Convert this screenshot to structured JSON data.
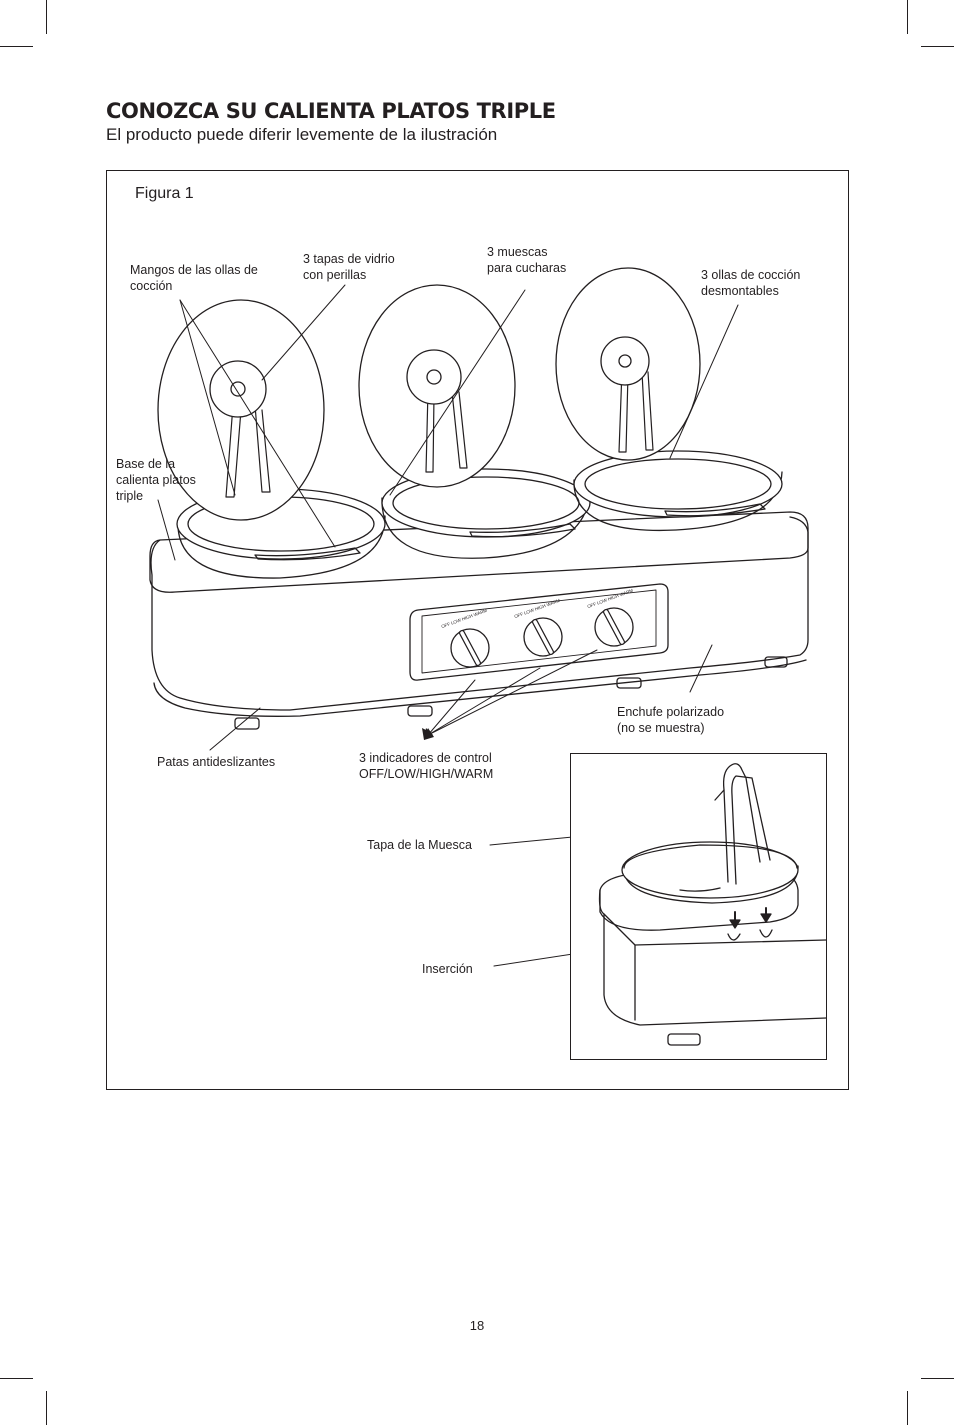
{
  "header": {
    "title": "CONOZCA SU CALIENTA PLATOS TRIPLE",
    "subtitle": "El producto puede diferir levemente de la ilustración"
  },
  "figure": {
    "caption": "Figura 1",
    "labels": {
      "mangos": "Mangos de las ollas de\ncocción",
      "tapas": "3 tapas de vidrio\ncon perillas",
      "muescas": "3 muescas\npara cucharas",
      "ollas": "3 ollas de cocción\ndesmontables",
      "base": "Base de la\ncalienta platos\ntriple",
      "enchufe": "Enchufe polarizado\n(no se muestra)",
      "patas": "Patas antideslizantes",
      "indicadores": "3 indicadores de control\nOFF/LOW/HIGH/WARM",
      "tapa_muesca": "Tapa de la Muesca",
      "insercion": "Inserción"
    },
    "knob_marks": [
      "OFF",
      "LOW",
      "HIGH",
      "WARM"
    ]
  },
  "footer": {
    "page_number": "18"
  }
}
